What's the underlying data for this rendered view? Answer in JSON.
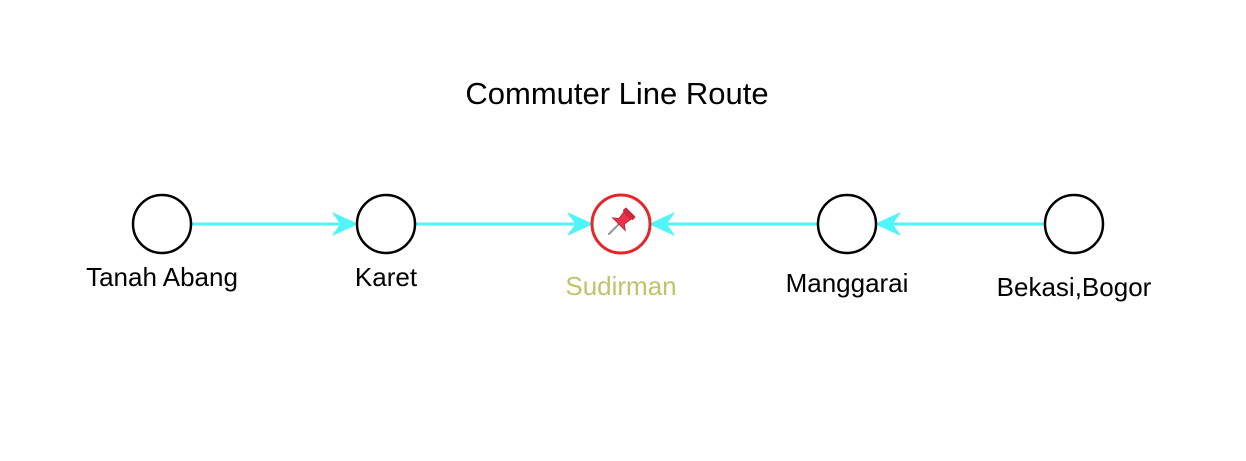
{
  "diagram": {
    "title": "Commuter Line Route",
    "stations": [
      {
        "name": "Tanah Abang",
        "current": false
      },
      {
        "name": "Karet",
        "current": false
      },
      {
        "name": "Sudirman",
        "current": true,
        "icon": "pushpin-icon"
      },
      {
        "name": "Manggarai",
        "current": false
      },
      {
        "name": "Bekasi,Bogor",
        "current": false
      }
    ],
    "connections": [
      {
        "from": "Tanah Abang",
        "to": "Karet"
      },
      {
        "from": "Karet",
        "to": "Sudirman"
      },
      {
        "from": "Manggarai",
        "to": "Sudirman"
      },
      {
        "from": "Bekasi,Bogor",
        "to": "Manggarai"
      }
    ],
    "colors": {
      "line": "#4ff5f8",
      "node_stroke": "#000000",
      "current_stroke": "#e6262b",
      "current_label": "#bfc46b",
      "text": "#000000"
    }
  }
}
